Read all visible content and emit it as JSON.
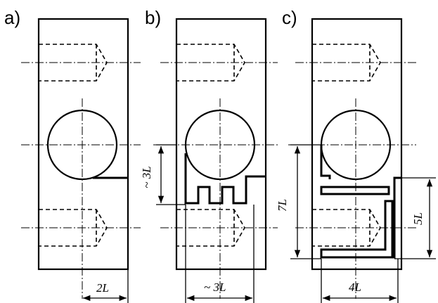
{
  "panels": [
    {
      "label": "a)",
      "dimensions": [
        "2L"
      ]
    },
    {
      "label": "b)",
      "dimensions": [
        "~ 3L",
        "~ 3L"
      ]
    },
    {
      "label": "c)",
      "dimensions": [
        "7L",
        "5L",
        "4L"
      ]
    }
  ]
}
